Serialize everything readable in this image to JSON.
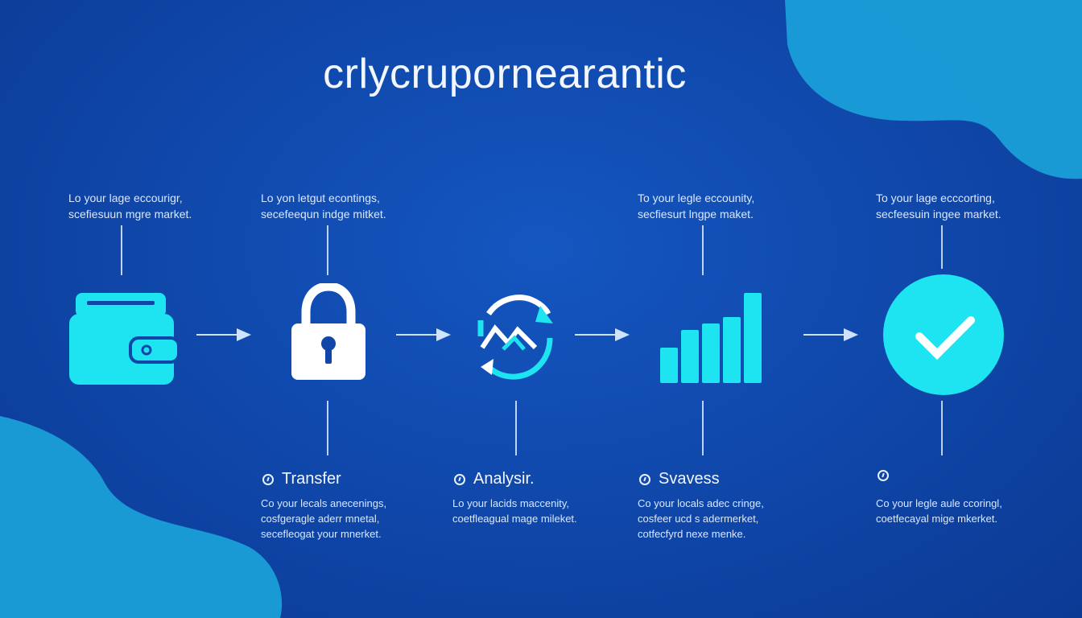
{
  "title": "crlycrupornearantic",
  "colors": {
    "background": "#0f46a8",
    "accent_cyan": "#1ee3f0",
    "icon_white": "#ffffff",
    "blob": "#1a9fd8"
  },
  "top_texts": [
    {
      "line1": "Lo your lage eccourigr,",
      "line2": "scefiesuun mgre market."
    },
    {
      "line1": "Lo yon letgut econtings,",
      "line2": "secefeequn indge mitket."
    },
    {
      "line1": "To your legle eccounity,",
      "line2": "secfiesurt lngpe maket."
    },
    {
      "line1": "To your lage ecccorting,",
      "line2": "secfeesuin ingee market."
    }
  ],
  "icons": [
    "wallet-icon",
    "padlock-icon",
    "cycle-exchange-icon",
    "bar-growth-icon",
    "checkmark-circle-icon"
  ],
  "steps": [
    {
      "label": "Transfer",
      "lines": [
        "Co your lecals anecenings,",
        "cosfgeragle aderr mnetal,",
        "secefleogat your mnerket."
      ]
    },
    {
      "label": "Analysir.",
      "lines": [
        "Lo your lacids maccenity,",
        "coetfleagual mage mileket."
      ]
    },
    {
      "label": "Svavess",
      "lines": [
        "Co your locals adec cringe,",
        "cosfeer ucd s adermerket,",
        "cotfecfyrd nexe menke."
      ]
    },
    {
      "label": "",
      "lines": [
        "Co your legle aule ccoringl,",
        "coetfecayal mige mkerket."
      ]
    }
  ]
}
